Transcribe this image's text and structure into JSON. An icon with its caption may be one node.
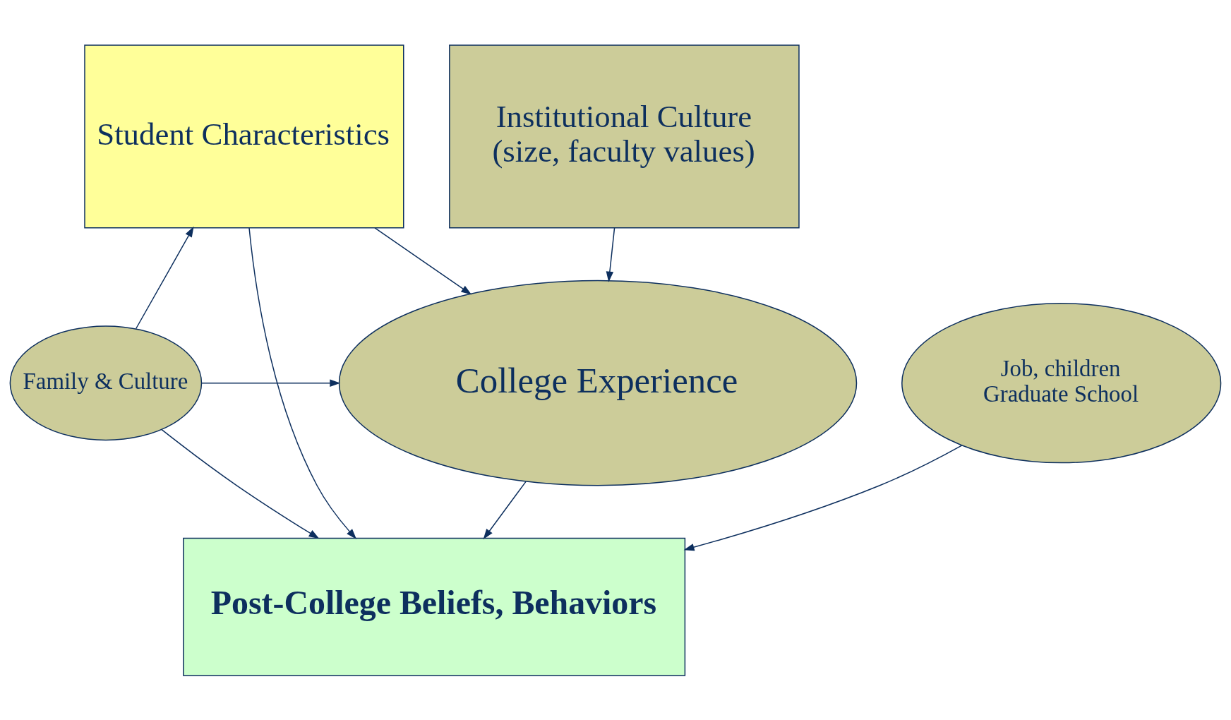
{
  "diagram": {
    "nodes": [
      {
        "text": [
          "Student Characteristics"
        ]
      },
      {
        "text": [
          "Institutional Culture",
          "(size, faculty values)"
        ]
      },
      {
        "text": [
          "Family & Culture"
        ]
      },
      {
        "text": [
          "College Experience"
        ]
      },
      {
        "text": [
          "Job, children",
          "Graduate School"
        ]
      },
      {
        "text": [
          "Post-College Beliefs, Behaviors"
        ]
      }
    ],
    "edges": [
      {
        "from": 2,
        "to": 0,
        "arrow": "to"
      },
      {
        "from": 0,
        "to": 3,
        "arrow": "to"
      },
      {
        "from": 0,
        "to": 5,
        "arrow": "to"
      },
      {
        "from": 2,
        "to": 3,
        "arrow": "to"
      },
      {
        "from": 2,
        "to": 5,
        "arrow": "to"
      },
      {
        "from": 1,
        "to": 3,
        "arrow": "to"
      },
      {
        "from": 3,
        "to": 5,
        "arrow": "to"
      },
      {
        "from": 4,
        "to": 5,
        "arrow": "to"
      }
    ]
  }
}
